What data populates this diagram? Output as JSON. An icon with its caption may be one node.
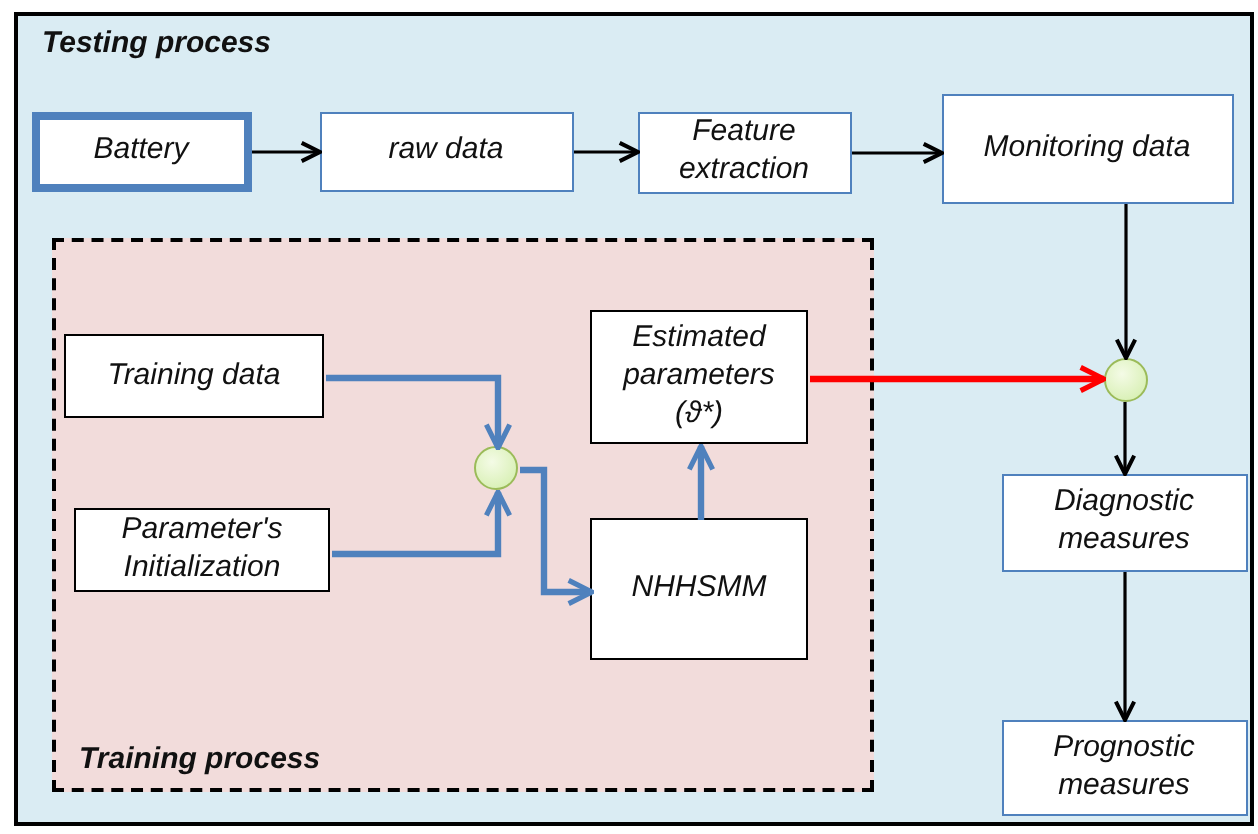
{
  "diagram": {
    "nodes": [
      {
        "text": [
          "Testing process"
        ]
      },
      {
        "text": [
          "Battery"
        ],
        "in": 0
      },
      {
        "text": [
          "raw data"
        ],
        "in": 0
      },
      {
        "text": [
          "Feature extraction"
        ],
        "in": 0
      },
      {
        "text": [
          "Monitoring data"
        ],
        "in": 0
      },
      {
        "text": [
          "Training process"
        ],
        "in": 0
      },
      {
        "text": [
          "Training data"
        ],
        "in": 5
      },
      {
        "text": [
          "Parameter's Initialization"
        ],
        "in": 5
      },
      {
        "text": [],
        "shape": "circle",
        "in": 5
      },
      {
        "text": [
          "Estimated parameters (ϑ*)"
        ],
        "in": 5
      },
      {
        "text": [
          "NHHSMM"
        ],
        "in": 5
      },
      {
        "text": [],
        "shape": "circle",
        "in": 0
      },
      {
        "text": [
          "Diagnostic measures"
        ],
        "in": 0
      },
      {
        "text": [
          "Prognostic measures"
        ],
        "in": 0
      }
    ],
    "edges": [
      {
        "from": 1,
        "to": 2,
        "arrow": "to"
      },
      {
        "from": 2,
        "to": 3,
        "arrow": "to"
      },
      {
        "from": 3,
        "to": 4,
        "arrow": "to"
      },
      {
        "from": 4,
        "to": 11,
        "arrow": "to"
      },
      {
        "from": 6,
        "to": 8,
        "arrow": "to",
        "style": "thick",
        "color": "#4f81bd"
      },
      {
        "from": 7,
        "to": 8,
        "arrow": "to",
        "style": "thick",
        "color": "#4f81bd"
      },
      {
        "from": 8,
        "to": 10,
        "arrow": "to",
        "style": "thick",
        "color": "#4f81bd"
      },
      {
        "from": 10,
        "to": 9,
        "arrow": "to",
        "style": "thick",
        "color": "#4f81bd"
      },
      {
        "from": 9,
        "to": 11,
        "arrow": "to",
        "style": "thick",
        "color": "#ff0000"
      },
      {
        "from": 11,
        "to": 12,
        "arrow": "to"
      },
      {
        "from": 12,
        "to": 13,
        "arrow": "to"
      }
    ]
  }
}
